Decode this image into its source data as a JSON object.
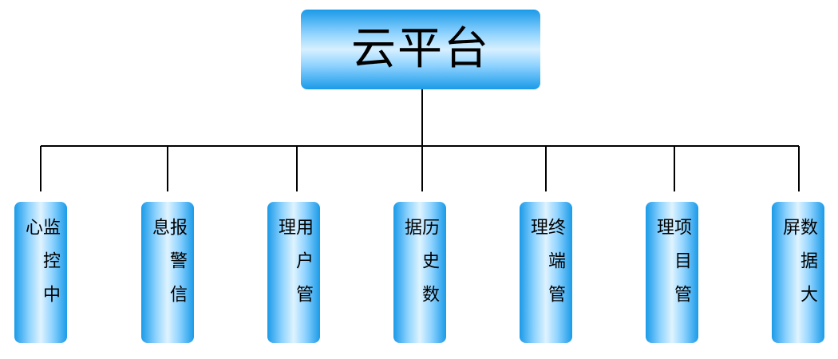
{
  "root": {
    "label": "云平台",
    "color_top": "#1a9ae8",
    "color_mid": "#d8f0ff"
  },
  "children": [
    {
      "label": "监控中心"
    },
    {
      "label": "报警信息"
    },
    {
      "label": "用户管理"
    },
    {
      "label": "历史数据"
    },
    {
      "label": "终端管理"
    },
    {
      "label": "项目管理"
    },
    {
      "label": "数据大屏"
    }
  ],
  "connector_color": "#000000"
}
